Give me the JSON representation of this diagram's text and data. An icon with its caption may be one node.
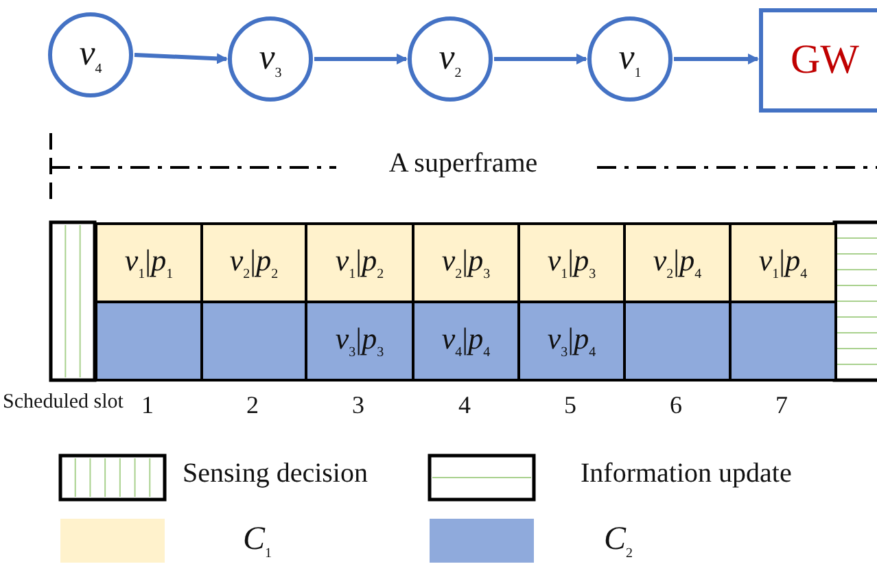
{
  "diagram": {
    "nodes": [
      {
        "text": [
          "*v*$_{4}$"
        ]
      },
      {
        "text": [
          "*v*$_{3}$"
        ]
      },
      {
        "text": [
          "*v*$_{2}$"
        ]
      },
      {
        "text": [
          "*v*$_{1}$"
        ]
      },
      {
        "text": [
          "GW"
        ]
      }
    ],
    "edges": [
      {
        "from": 0,
        "to": 1,
        "arrow": "to"
      },
      {
        "from": 1,
        "to": 2,
        "arrow": "to"
      },
      {
        "from": 2,
        "to": 3,
        "arrow": "to"
      },
      {
        "from": 3,
        "to": 4,
        "arrow": "to"
      }
    ],
    "labels": [
      "A superframe",
      "*v*$_{1}$|*p*$_{1}$",
      "*v*$_{2}$|*p*$_{2}$",
      "*v*$_{1}$|*p*$_{2}$",
      "*v*$_{2}$|*p*$_{3}$",
      "*v*$_{1}$|*p*$_{3}$",
      "*v*$_{2}$|*p*$_{4}$",
      "*v*$_{1}$|*p*$_{4}$",
      "*v*$_{3}$|*p*$_{3}$",
      "*v*$_{4}$|*p*$_{4}$",
      "*v*$_{3}$|*p*$_{4}$",
      "Scheduled slot",
      "1",
      "2",
      "3",
      "4",
      "5",
      "6",
      "7"
    ],
    "legend": [
      {
        "text": "Sensing decision"
      },
      {
        "text": "Information update"
      },
      {
        "text": "*C*$_{1}$",
        "color": "#fff2cc"
      },
      {
        "text": "*C*$_{2}$",
        "color": "#8faadc"
      }
    ]
  }
}
